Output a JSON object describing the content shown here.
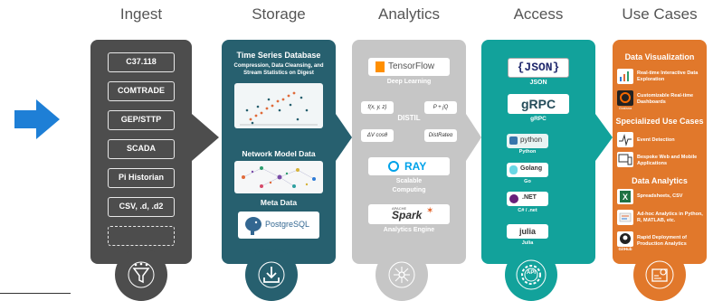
{
  "headers": [
    "Ingest",
    "Storage",
    "Analytics",
    "Access",
    "Use Cases"
  ],
  "ingest": {
    "items": [
      "C37.118",
      "COMTRADE",
      "GEP/STTP",
      "SCADA",
      "Pi Historian",
      "CSV, .d, .d2"
    ]
  },
  "storage": {
    "title": "Time Series Database",
    "subtitle": "Compression, Data Cleansing, and Stream Statistics on Digest",
    "network": "Network Model Data",
    "meta": "Meta Data",
    "pg_logo": "PostgreSQL"
  },
  "analytics": {
    "tensorflow_logo": "TensorFlow",
    "deep_learning": "Deep Learning",
    "distil": "DISTIL",
    "formula1": "f(x, y, z)",
    "formula2": "P + jQ",
    "formula3": "ΔV cosθ",
    "formula4": "DistRateα",
    "ray_logo": "RAY",
    "scalable": "Scalable Computing",
    "spark_sub": "APACHE",
    "spark_logo": "Spark",
    "engine": "Analytics Engine"
  },
  "access": {
    "json_logo": "{JSON}",
    "json": "JSON",
    "grpc_logo": "gRPC",
    "grpc": "gRPC",
    "python_logo": "python",
    "python": "Python",
    "golang_logo": "Golang",
    "go": "Go",
    "net_logo": ".NET",
    "net": "C# / .net",
    "julia_logo": "julia",
    "julia": "Julia",
    "bubble": "API"
  },
  "usecases": {
    "viz_title": "Data Visualization",
    "viz1": "Real-time Interactive Data Exploration",
    "viz2": "Customizable Real-time Dashboards",
    "grafana": "Grafana",
    "spec_title": "Specialized Use Cases",
    "spec1": "Event Detection",
    "spec2": "Bespoke Web and Mobile Applications",
    "da_title": "Data Analytics",
    "da1": "Spreadsheets, CSV",
    "da2": "Ad-hoc Analytics in Python, R, MATLAB, etc.",
    "da3": "Rapid Deployment of Production Analytics",
    "github": "GitHub"
  },
  "colors": {
    "ingest": "#4d4d4d",
    "storage": "#27606f",
    "analytics": "#c6c6c6",
    "access": "#12a29b",
    "usecases": "#e1782b",
    "arrow": "#1e7fd6"
  }
}
